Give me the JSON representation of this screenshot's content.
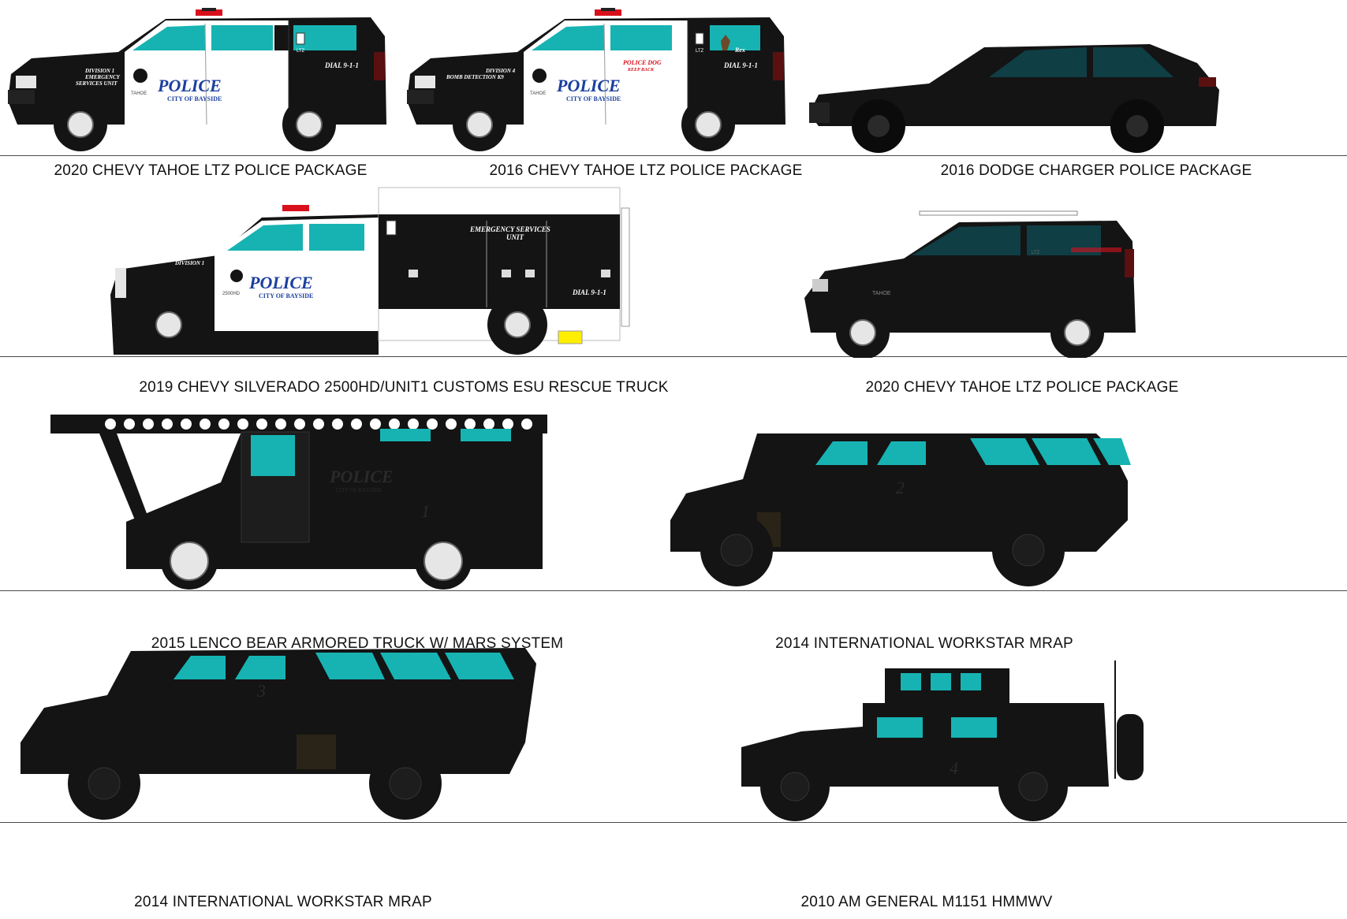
{
  "colors": {
    "body_black": "#141414",
    "body_dark": "#1d1d1d",
    "police_white": "#ffffff",
    "teal_glass": "#17b3b3",
    "dark_glass": "#0f3e44",
    "livery_blue": "#1b3f9e",
    "light_red": "#d8101c",
    "ground_line": "#4a4a4a"
  },
  "vehicles": [
    {
      "caption": "2020 CHEVY TAHOE LTZ POLICE PACKAGE",
      "livery": {
        "police": "POLICE",
        "city": "CITY OF BAYSIDE",
        "division_1": "DIVISION 1",
        "division_2": "EMERGENCY",
        "division_3": "SERVICES UNIT",
        "model_badge": "TAHOE",
        "trim_badge": "LTZ",
        "dial": "DIAL 9-1-1"
      }
    },
    {
      "caption": "2016 CHEVY TAHOE LTZ POLICE PACKAGE",
      "livery": {
        "police": "POLICE",
        "city": "CITY OF BAYSIDE",
        "division_1": "DIVISION 4",
        "division_2": "BOMB DETECTION K9",
        "model_badge": "TAHOE",
        "trim_badge": "LTZ",
        "dial": "DIAL 9-1-1",
        "k9_line_1": "POLICE DOG",
        "k9_line_2": "KEEP BACK",
        "dog_name": "Rex"
      }
    },
    {
      "caption": "2016 DODGE CHARGER POLICE PACKAGE"
    },
    {
      "caption": "2019 CHEVY SILVERADO 2500HD/UNIT1 CUSTOMS ESU RESCUE TRUCK",
      "livery": {
        "police": "POLICE",
        "city": "CITY OF BAYSIDE",
        "division_1": "DIVISION 1",
        "model_badge": "2500HD",
        "box_1": "EMERGENCY SERVICES",
        "box_2": "UNIT",
        "dial": "DIAL 9-1-1"
      }
    },
    {
      "caption": "2020 CHEVY TAHOE LTZ POLICE PACKAGE",
      "livery": {
        "model_badge": "TAHOE",
        "trim_badge": "LTZ"
      }
    },
    {
      "caption": "2015 LENCO BEAR ARMORED TRUCK W/ MARS SYSTEM",
      "livery": {
        "police": "POLICE",
        "city": "CITY OF BAYSIDE",
        "unit_number": "1"
      }
    },
    {
      "caption": "2014 INTERNATIONAL WORKSTAR MRAP",
      "livery": {
        "unit_number": "2"
      }
    },
    {
      "caption": "2014 INTERNATIONAL WORKSTAR MRAP",
      "livery": {
        "unit_number": "3"
      }
    },
    {
      "caption": "2010 AM GENERAL M1151 HMMWV",
      "livery": {
        "unit_number": "4"
      }
    }
  ]
}
